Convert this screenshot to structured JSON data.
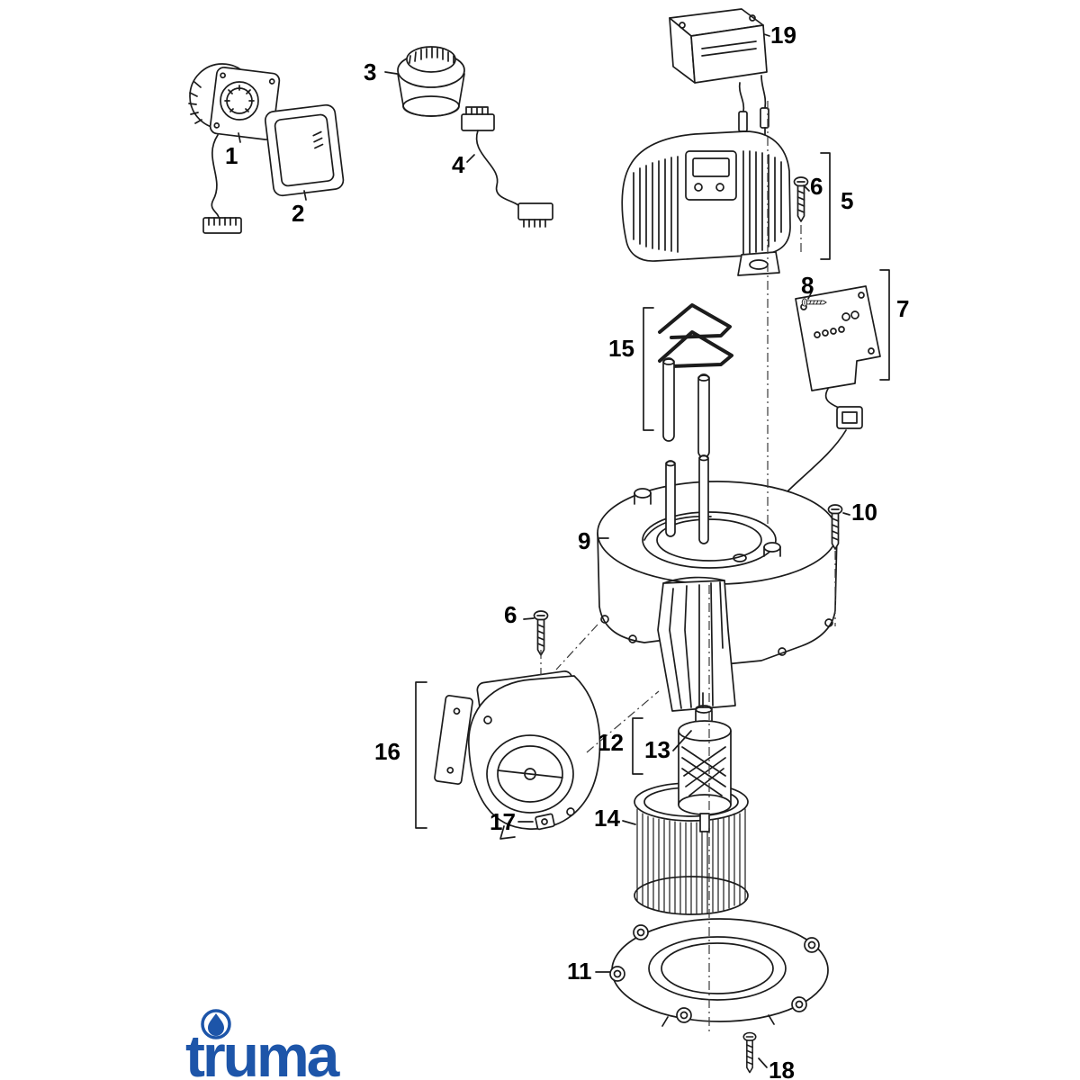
{
  "diagram": {
    "kind": "exploded-parts-diagram",
    "background": "#ffffff",
    "line_color": "#1c1c1c",
    "callouts": [
      {
        "number": "1",
        "part": "control-thermostat-with-cable"
      },
      {
        "number": "2",
        "part": "mounting-frame"
      },
      {
        "number": "3",
        "part": "rotary-knob"
      },
      {
        "number": "4",
        "part": "connection-cable"
      },
      {
        "number": "5",
        "part": "motor-cover-assembly"
      },
      {
        "number": "6",
        "part": "screw-upper"
      },
      {
        "number": "6",
        "part": "screw-lower"
      },
      {
        "number": "7",
        "part": "circuit-board"
      },
      {
        "number": "8",
        "part": "screw-small"
      },
      {
        "number": "9",
        "part": "fan-housing-upper"
      },
      {
        "number": "10",
        "part": "screw-housing"
      },
      {
        "number": "11",
        "part": "base-plate"
      },
      {
        "number": "12",
        "part": "motor-assembly"
      },
      {
        "number": "13",
        "part": "motor-armature"
      },
      {
        "number": "14",
        "part": "blower-wheel"
      },
      {
        "number": "15",
        "part": "retaining-clips"
      },
      {
        "number": "16",
        "part": "blower-unit"
      },
      {
        "number": "17",
        "part": "clip"
      },
      {
        "number": "18",
        "part": "screw-bottom"
      },
      {
        "number": "19",
        "part": "transformer"
      }
    ],
    "logo": {
      "text": "truma",
      "color": "#1d55a9"
    }
  }
}
